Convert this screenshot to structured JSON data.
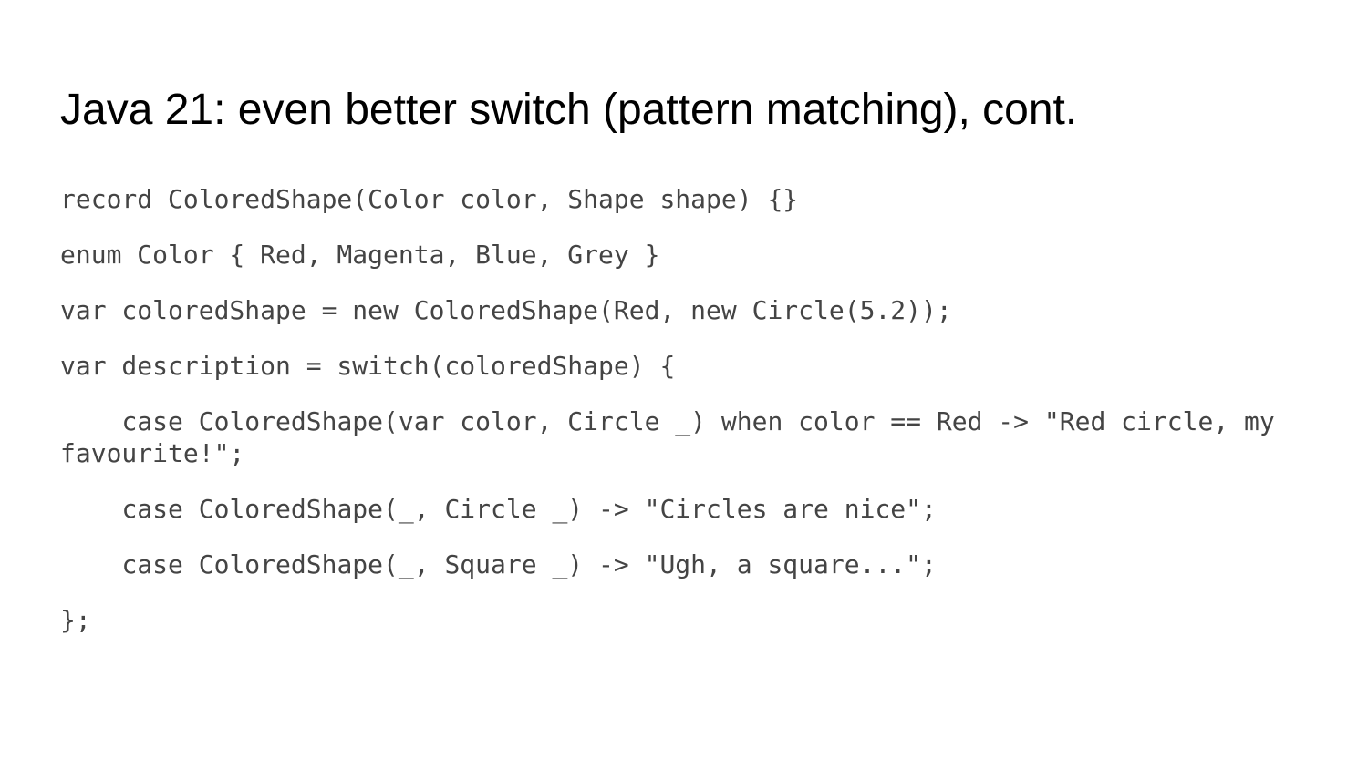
{
  "slide": {
    "title": "Java 21: even better switch (pattern matching), cont.",
    "code_lines": [
      "record ColoredShape(Color color, Shape shape) {}",
      "enum Color { Red, Magenta, Blue, Grey }",
      "var coloredShape = new ColoredShape(Red, new Circle(5.2));",
      "var description = switch(coloredShape) {",
      "    case ColoredShape(var color, Circle _) when color == Red -> \"Red circle, my favourite!\";",
      "    case ColoredShape(_, Circle _) -> \"Circles are nice\";",
      "    case ColoredShape(_, Square _) -> \"Ugh, a square...\";",
      "};"
    ]
  }
}
